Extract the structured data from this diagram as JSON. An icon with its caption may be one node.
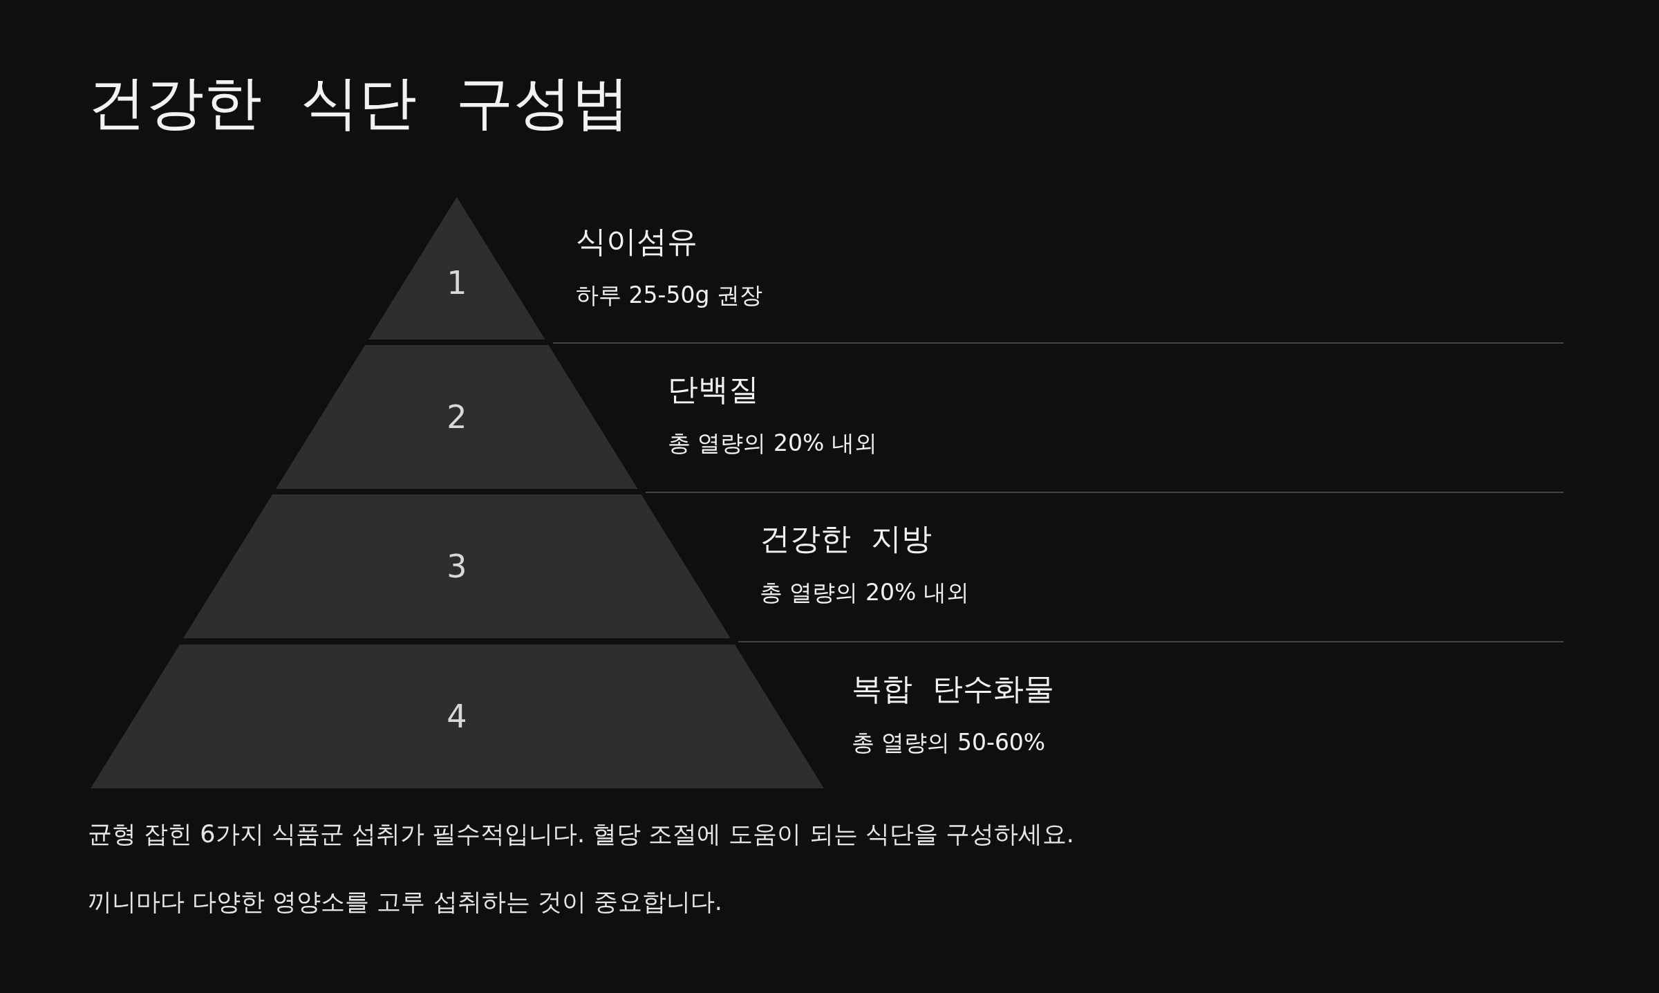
{
  "diagram": {
    "title": "건강한 식단 구성법",
    "nodes": [
      {
        "text": [
          "1"
        ],
        "beside": [
          "식이섬유",
          "하루 25-50g 권장"
        ]
      },
      {
        "text": [
          "2"
        ],
        "beside": [
          "단백질",
          "총 열량의 20% 내외"
        ]
      },
      {
        "text": [
          "3"
        ],
        "beside": [
          "건강한 지방",
          "총 열량의 20% 내외"
        ]
      },
      {
        "text": [
          "4"
        ],
        "beside": [
          "복합 탄수화물",
          "총 열량의 50-60%"
        ]
      }
    ],
    "labels": [
      "균형 잡힌 6가지 식품군 섭취가 필수적입니다. 혈당 조절에 도움이 되는 식단을 구성하세요.",
      "끼니마다 다양한 영양소를 고루 섭취하는 것이 중요합니다."
    ]
  }
}
